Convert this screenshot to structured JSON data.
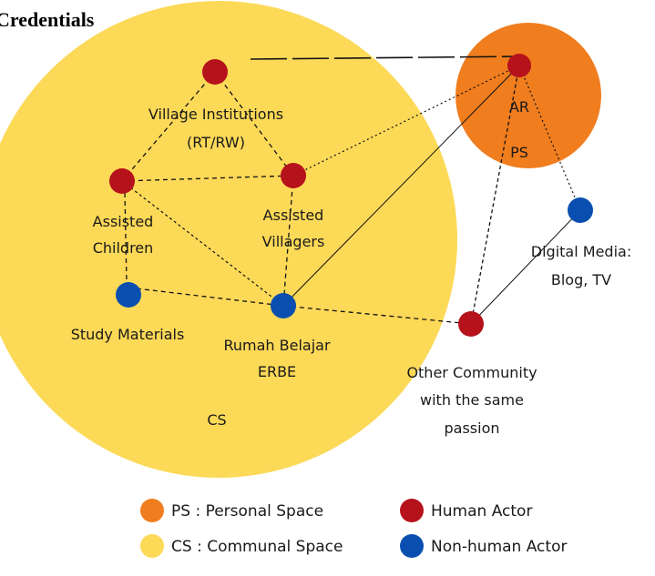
{
  "header": {
    "text": "Credentials"
  },
  "colors": {
    "personal_space": "#F07D1E",
    "communal_space": "#FCD957",
    "human_actor": "#B5121B",
    "non_human_actor": "#0A4FB0"
  },
  "spaces": {
    "communal": {
      "label": "CS"
    },
    "personal": {
      "label": "PS"
    }
  },
  "nodes": {
    "village_institutions": {
      "line1": "Village Institutions",
      "line2": "(RT/RW)",
      "type": "human"
    },
    "assisted_children": {
      "line1": "Assisted",
      "line2": "Children",
      "type": "human"
    },
    "assisted_villagers": {
      "line1": "Assisted",
      "line2": "Villagers",
      "type": "human"
    },
    "study_materials": {
      "line1": "Study Materials",
      "type": "non-human"
    },
    "rumah_belajar": {
      "line1": "Rumah Belajar",
      "line2": "ERBE",
      "type": "non-human"
    },
    "ar": {
      "line1": "AR",
      "type": "human"
    },
    "digital_media": {
      "line1": "Digital Media:",
      "line2": "Blog, TV",
      "type": "non-human"
    },
    "other_community": {
      "line1": "Other Community",
      "line2": "with the same",
      "line3": "passion",
      "type": "human"
    }
  },
  "legend": {
    "personal_space": "PS : Personal Space",
    "communal_space": "CS : Communal Space",
    "human_actor": "Human Actor",
    "non_human_actor": "Non-human Actor"
  }
}
